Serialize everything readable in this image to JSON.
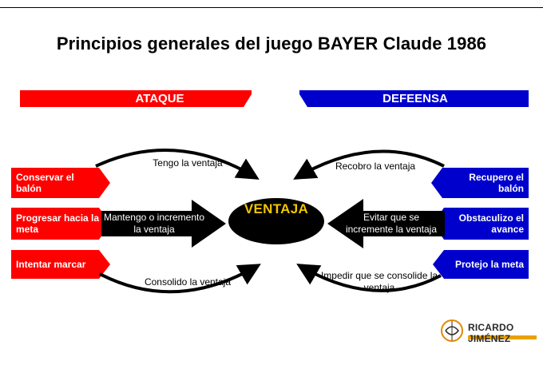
{
  "title": "Principios generales del juego BAYER Claude 1986",
  "headers": {
    "attack": "ATAQUE",
    "defense": "DEFEENSA"
  },
  "center": "VENTAJA",
  "attack": {
    "boxes": [
      "Conservar el balón",
      "Progresar hacia la meta",
      "Intentar marcar"
    ],
    "arrows": [
      "Tengo la ventaja",
      "Mantengo o incremento la ventaja",
      "Consolido la ventaja"
    ]
  },
  "defense": {
    "boxes": [
      "Recupero el balón",
      "Obstaculizo el avance",
      "Protejo la meta"
    ],
    "arrows": [
      "Recobro la ventaja",
      "Evitar que se incremente  la ventaja",
      "Impedir que se consolide la ventaja"
    ]
  },
  "brand": {
    "name": "RICARDO JIMÉNEZ"
  },
  "colors": {
    "attack": "#ff0000",
    "defense": "#0000cc",
    "center": "#000000",
    "center_text": "#f2c500"
  }
}
